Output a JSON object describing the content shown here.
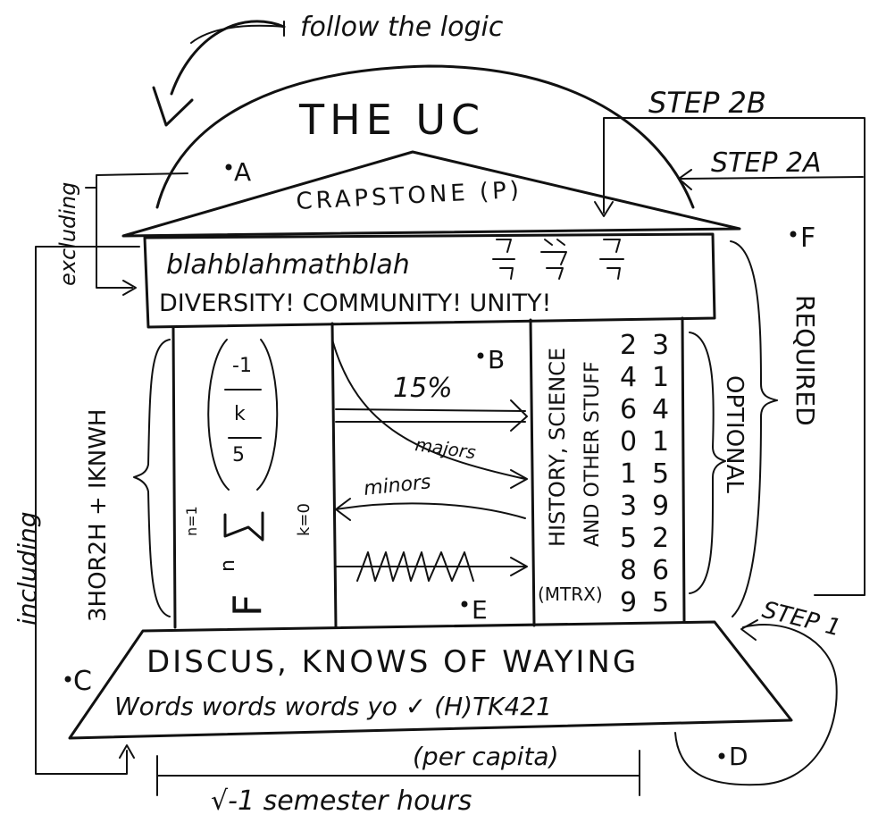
{
  "header": {
    "follow_logic": "follow the logic",
    "title": "THE UC"
  },
  "pediment": {
    "label": "CRAPSTONE (P)"
  },
  "frieze": {
    "line1": "blahblahmathblah",
    "line2": "DIVERSITY! COMMUNITY! UNITY!"
  },
  "steps_labels": {
    "step_2b": "STEP 2B",
    "step_2a": "STEP 2A",
    "step_1": "STEP 1"
  },
  "points": {
    "a": "A",
    "b": "B",
    "c": "C",
    "d": "D",
    "e": "E",
    "f": "F"
  },
  "side_labels": {
    "excluding": "excluding",
    "including": "including",
    "hmni": "3HOR2H + IKNWH",
    "required": "REQUIRED",
    "optional": "OPTIONAL"
  },
  "columns": {
    "left_math": {
      "fraction_top": "-1",
      "fraction_mid": "k",
      "fraction_bot": "5",
      "sum_top": "n=1",
      "sum_sub": "k=0",
      "sum_big": "F",
      "sum_n": "n"
    },
    "middle_arrows": {
      "percent": "15%",
      "majors": "majors",
      "minors": "minors"
    },
    "right_text": {
      "line1": "HISTORY, SCIENCE",
      "line2": "AND OTHER STUFF",
      "mtrx": "(MTRX)",
      "digits_col1": [
        "2",
        "4",
        "6",
        "0",
        "1",
        "3",
        "5",
        "8",
        "9"
      ],
      "digits_col2": [
        "3",
        "1",
        "4",
        "1",
        "5",
        "9",
        "2",
        "6",
        "5"
      ]
    }
  },
  "base": {
    "line1": "DISCUS, KNOWS OF WAYING",
    "line2": "Words words words yo ✓ (H)TK421"
  },
  "footer": {
    "per_capita": "(per capita)",
    "semester_hours": "√-1 semester hours"
  }
}
